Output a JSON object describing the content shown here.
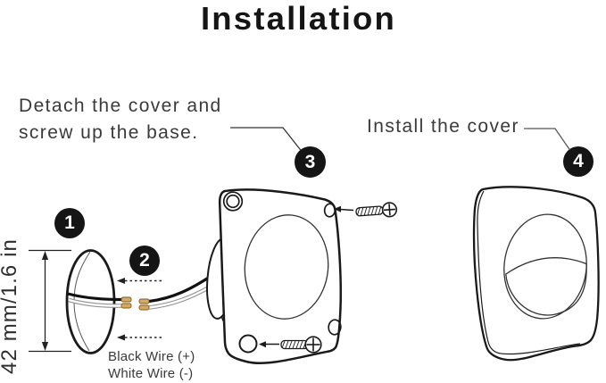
{
  "title": "Installation",
  "instructions": {
    "step3_line1": "Detach the cover and",
    "step3_line2": "screw up the base.",
    "step4": "Install the cover"
  },
  "steps": [
    {
      "number": "1"
    },
    {
      "number": "2"
    },
    {
      "number": "3"
    },
    {
      "number": "4"
    }
  ],
  "dimension": {
    "label": "42 mm/1.6 in"
  },
  "wires": {
    "black_label": "Black Wire (+)",
    "white_label": "White Wire (-)"
  },
  "colors": {
    "ink": "#1a1a1a",
    "text": "#3a3a3a",
    "wire_tip": "#d9a95f",
    "wire_gray": "#929292"
  }
}
